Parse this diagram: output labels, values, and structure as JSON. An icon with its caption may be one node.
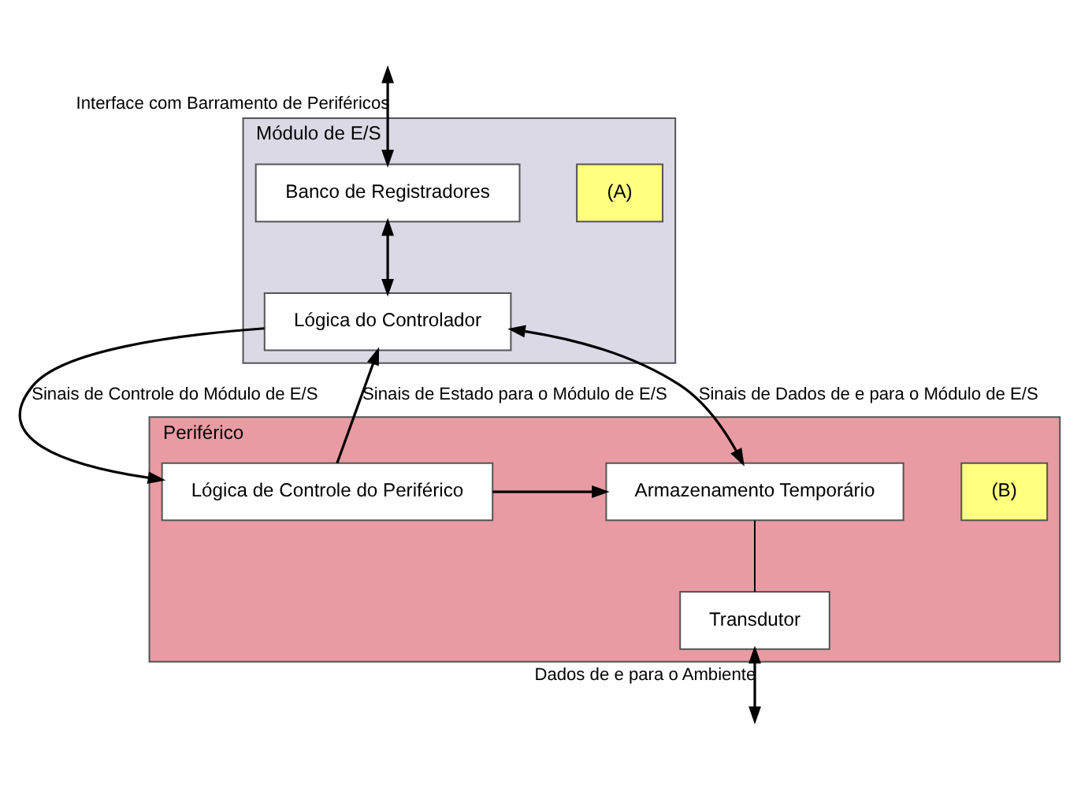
{
  "diagram": {
    "nodes": [
      {
        "text": [
          "Módulo de E/S"
        ]
      },
      {
        "text": [
          "(A)"
        ],
        "in": 0
      },
      {
        "text": [
          "Banco de Registradores"
        ],
        "in": 0
      },
      {
        "text": [
          "Lógica do Controlador"
        ],
        "in": 0
      },
      {
        "text": [
          "Periférico"
        ]
      },
      {
        "text": [
          "(B)"
        ],
        "in": 4
      },
      {
        "text": [
          "Lógica de Controle do Periférico"
        ],
        "in": 4
      },
      {
        "text": [
          "Armazenamento Temporário"
        ],
        "in": 4
      },
      {
        "text": [
          "Transdutor"
        ],
        "in": 4
      }
    ],
    "edges": [
      {
        "from": null,
        "to": 2,
        "arrow": "both",
        "label": "Interface com Barramento de Periféricos"
      },
      {
        "from": 2,
        "to": 3,
        "arrow": "both"
      },
      {
        "from": 3,
        "to": 6,
        "arrow": "to",
        "label": "Sinais de Controle do Módulo de E/S"
      },
      {
        "from": 6,
        "to": 3,
        "arrow": "to",
        "label": "Sinais de Estado para o Módulo de E/S"
      },
      {
        "from": 3,
        "to": 7,
        "arrow": "both",
        "label": "Sinais de Dados de e para o Módulo de E/S"
      },
      {
        "from": 6,
        "to": 7,
        "arrow": "to"
      },
      {
        "from": 7,
        "to": 8,
        "arrow": "none"
      },
      {
        "from": 8,
        "to": null,
        "arrow": "both",
        "label": "Dados de e para o Ambiente"
      }
    ]
  }
}
